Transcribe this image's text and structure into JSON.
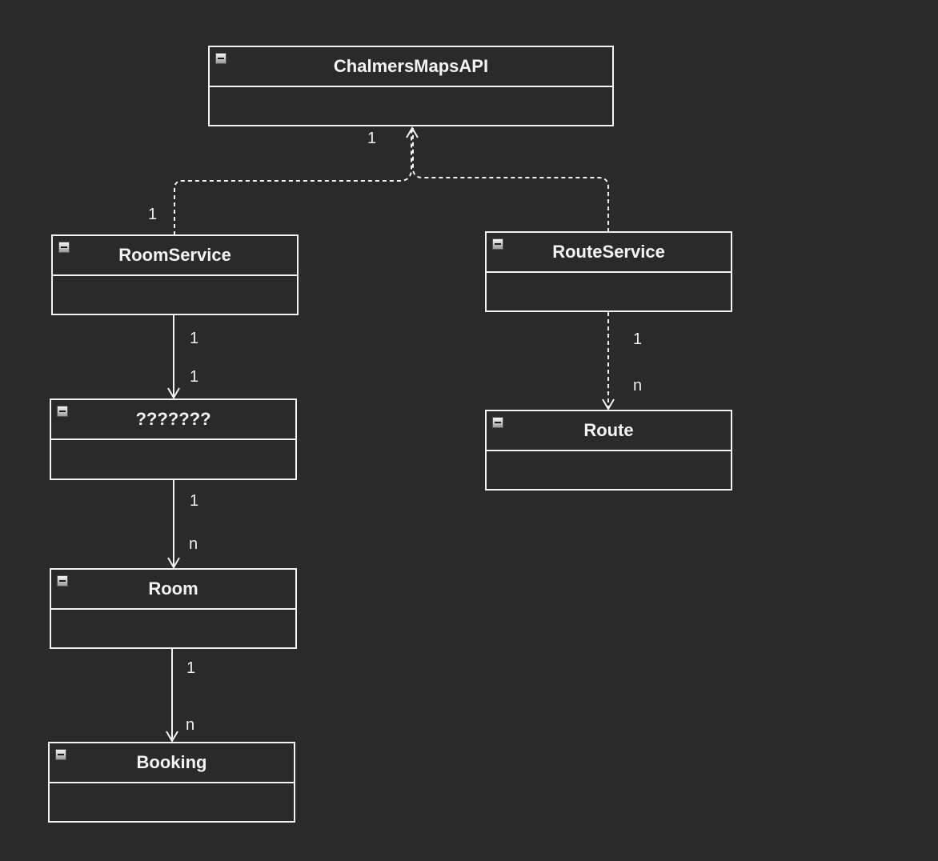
{
  "diagram": {
    "classes": {
      "api": {
        "name": "ChalmersMapsAPI"
      },
      "room_service": {
        "name": "RoomService"
      },
      "route_service": {
        "name": "RouteService"
      },
      "unknown": {
        "name": "???????"
      },
      "room": {
        "name": "Room"
      },
      "route": {
        "name": "Route"
      },
      "booking": {
        "name": "Booking"
      }
    },
    "edges": {
      "room_service_to_api": {
        "source_mult": "1",
        "target_mult": "1",
        "style": "dashed"
      },
      "route_service_to_api": {
        "style": "dashed"
      },
      "room_service_to_unknown": {
        "source_mult": "1",
        "target_mult": "1",
        "style": "solid"
      },
      "unknown_to_room": {
        "source_mult": "1",
        "target_mult": "n",
        "style": "solid"
      },
      "room_to_booking": {
        "source_mult": "1",
        "target_mult": "n",
        "style": "solid"
      },
      "route_service_to_route": {
        "source_mult": "1",
        "target_mult": "n",
        "style": "dashed"
      }
    }
  },
  "colors": {
    "background": "#2a2a2a",
    "line": "#f2f2f2",
    "text": "#f4f4f4"
  },
  "icons": {
    "collapse": "collapse-icon"
  }
}
